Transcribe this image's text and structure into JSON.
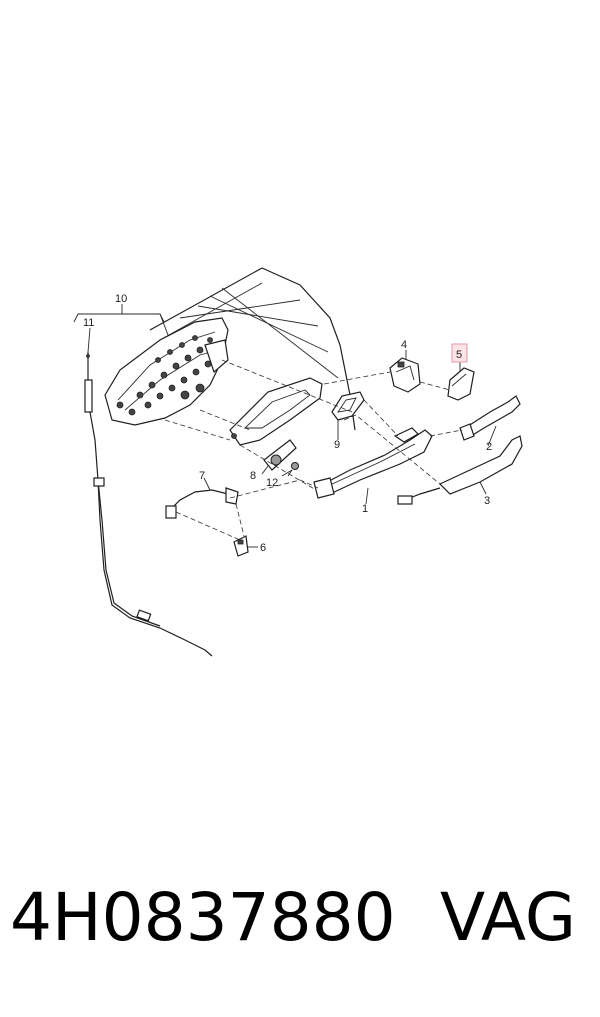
{
  "diagram": {
    "callouts": {
      "c1": "1",
      "c2": "2",
      "c3": "3",
      "c4": "4",
      "c5": "5",
      "c6": "6",
      "c7": "7",
      "c8": "8",
      "c9": "9",
      "c10": "10",
      "c11": "11",
      "c12": "12"
    },
    "highlighted_callout": "5",
    "highlight_color": "#fbe3e6"
  },
  "footer": {
    "part_number": "4H0837880",
    "brand": "VAG"
  }
}
